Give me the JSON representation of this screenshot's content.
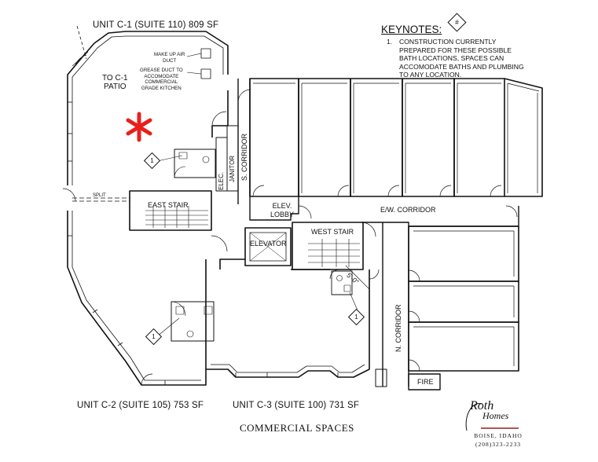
{
  "labels": {
    "unit_c1": "UNIT C-1 (SUITE 110) 809 SF",
    "unit_c2": "UNIT C-2 (SUITE 105) 753 SF",
    "unit_c3": "UNIT C-3 (SUITE 100) 731 SF",
    "to_patio_1": "TO C-1",
    "to_patio_2": "PATIO",
    "makeup_air_1": "MAKE UP AIR",
    "makeup_air_2": "DUCT",
    "grease_1": "GREASE DUCT TO",
    "grease_2": "ACCOMODATE",
    "grease_3": "COMMERCIAL",
    "grease_4": "GRADE KITCHEN",
    "split": "SPLIT",
    "east_stair": "EAST STAIR",
    "west_stair": "WEST STAIR",
    "elevator": "ELEVATOR",
    "elev_lobby_1": "ELEV.",
    "elev_lobby_2": "LOBBY",
    "ew_corridor": "E/W. CORRIDOR",
    "s_corridor": "S. CORRIDOR",
    "n_corridor": "N. CORRIDOR",
    "janitor": "JANITOR",
    "elec": "ELEC.",
    "fire": "FIRE",
    "dimension": "5'-0\"",
    "footer": "COMMERCIAL SPACES"
  },
  "keynotes": {
    "title": "KEYNOTES:",
    "symbol": "#",
    "items": [
      {
        "num": "1.",
        "text": "CONSTRUCTION CURRENTLY PREPARED FOR THESE POSSIBLE BATH LOCATIONS, SPACES CAN ACCOMODATE BATHS AND PLUMBING TO ANY LOCATION."
      }
    ]
  },
  "tags": [
    "1",
    "1",
    "1"
  ],
  "logo": {
    "roth": "Roth",
    "homes": "Homes",
    "city": "BOISE, IDAHO",
    "phone": "(208)323-2233"
  },
  "colors": {
    "ink": "#111111",
    "asterisk": "#e8201c",
    "logo_rule": "#9b1b1b"
  }
}
